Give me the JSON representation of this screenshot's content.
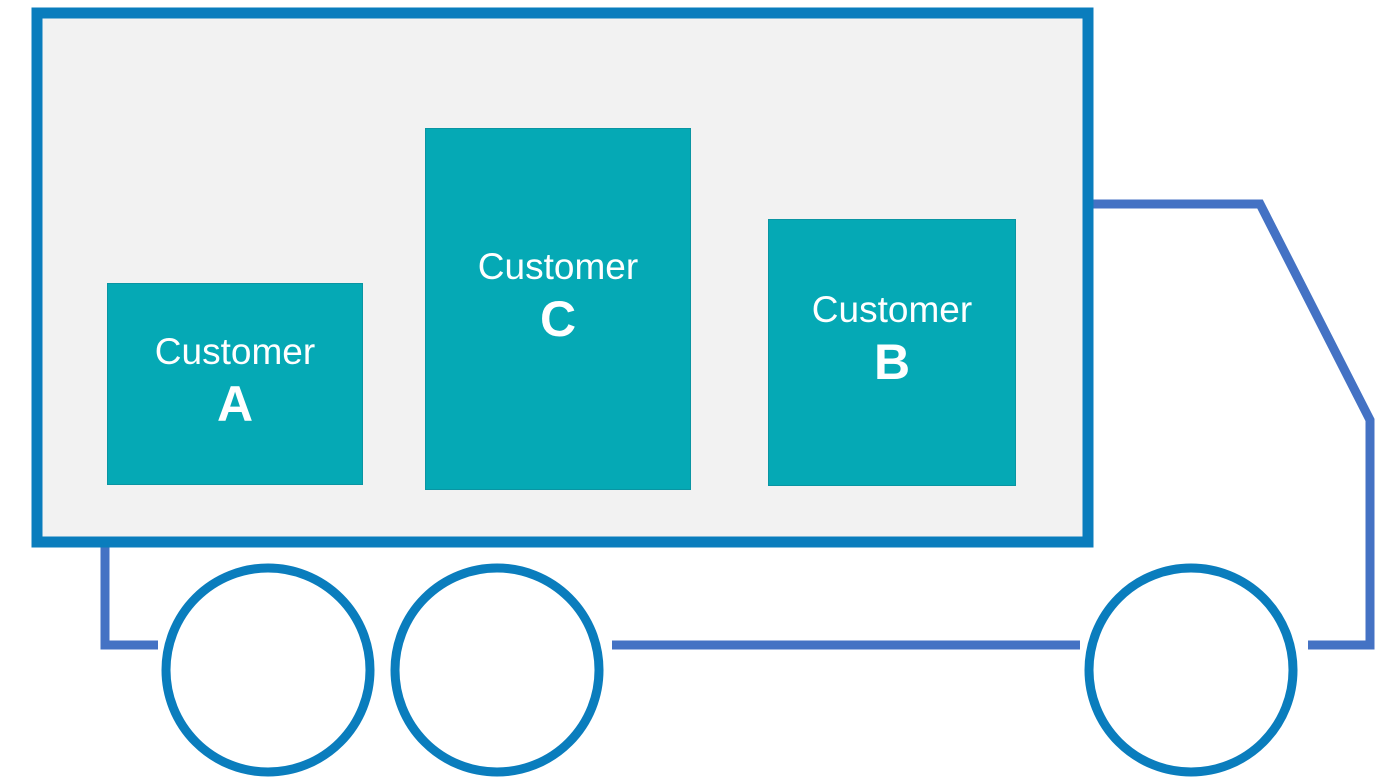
{
  "colors": {
    "cargo_border": "#0a7dbd",
    "cargo_fill": "#f2f2f2",
    "chassis_line": "#4472c4",
    "wheel_stroke": "#0a7dbd",
    "box_fill": "#05a9b5",
    "box_text": "#ffffff"
  },
  "boxes": [
    {
      "label": "Customer",
      "letter": "A"
    },
    {
      "label": "Customer",
      "letter": "C"
    },
    {
      "label": "Customer",
      "letter": "B"
    }
  ]
}
